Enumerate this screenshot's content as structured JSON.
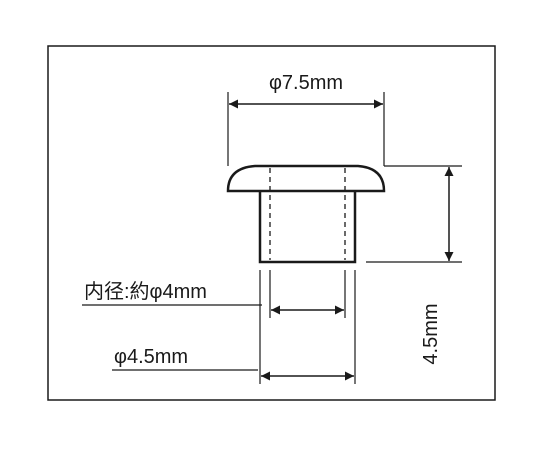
{
  "diagram": {
    "labels": {
      "head_diameter": "φ7.5mm",
      "inner_diameter": "内径:約φ4mm",
      "shank_diameter": "φ4.5mm",
      "height": "4.5mm"
    },
    "colors": {
      "stroke": "#1a1a1a",
      "background": "#ffffff"
    }
  }
}
